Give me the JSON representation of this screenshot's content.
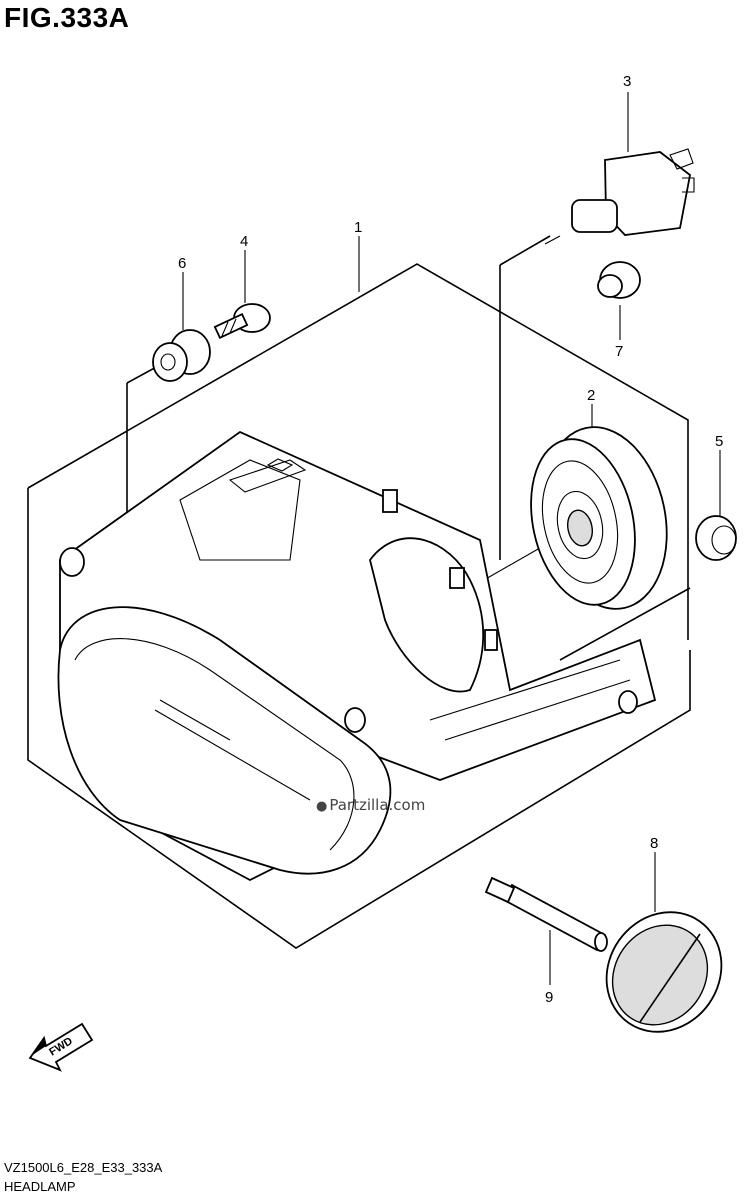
{
  "figure": {
    "title": "FIG.333A",
    "model_code": "VZ1500L6_E28_E33_333A",
    "section_name": "HEADLAMP",
    "watermark": "Partzilla.com",
    "fwd_label": "FWD"
  },
  "callouts": [
    {
      "id": "1",
      "label": "1"
    },
    {
      "id": "2",
      "label": "2"
    },
    {
      "id": "3",
      "label": "3"
    },
    {
      "id": "4",
      "label": "4"
    },
    {
      "id": "5",
      "label": "5"
    },
    {
      "id": "6",
      "label": "6"
    },
    {
      "id": "7",
      "label": "7"
    },
    {
      "id": "8",
      "label": "8"
    },
    {
      "id": "9",
      "label": "9"
    }
  ],
  "icons": {
    "fwd_arrow": "fwd-arrow-icon",
    "watermark_mark": "partzilla-mark-icon"
  }
}
